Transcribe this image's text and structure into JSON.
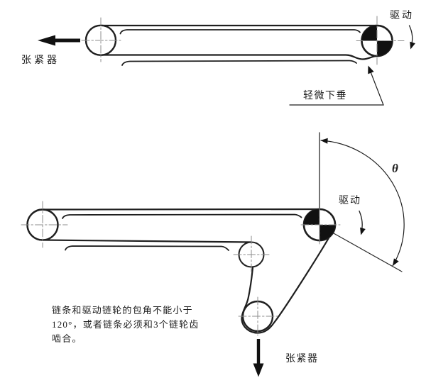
{
  "meta": {
    "background_color": "#ffffff",
    "line_color": "#1f1f1f",
    "crosshair_color": "#8d8d8d"
  },
  "top_diagram": {
    "tensioner_label": "张紧器",
    "drive_label": "驱动",
    "sag_label": "轻微下垂"
  },
  "bottom_diagram": {
    "drive_label": "驱动",
    "angle_label": "θ",
    "tensioner_label": "张紧器",
    "note_lines": [
      "链条和驱动链轮的包角不能小于",
      "120°，或者链条必须和3个链轮齿",
      "啮合。"
    ]
  }
}
